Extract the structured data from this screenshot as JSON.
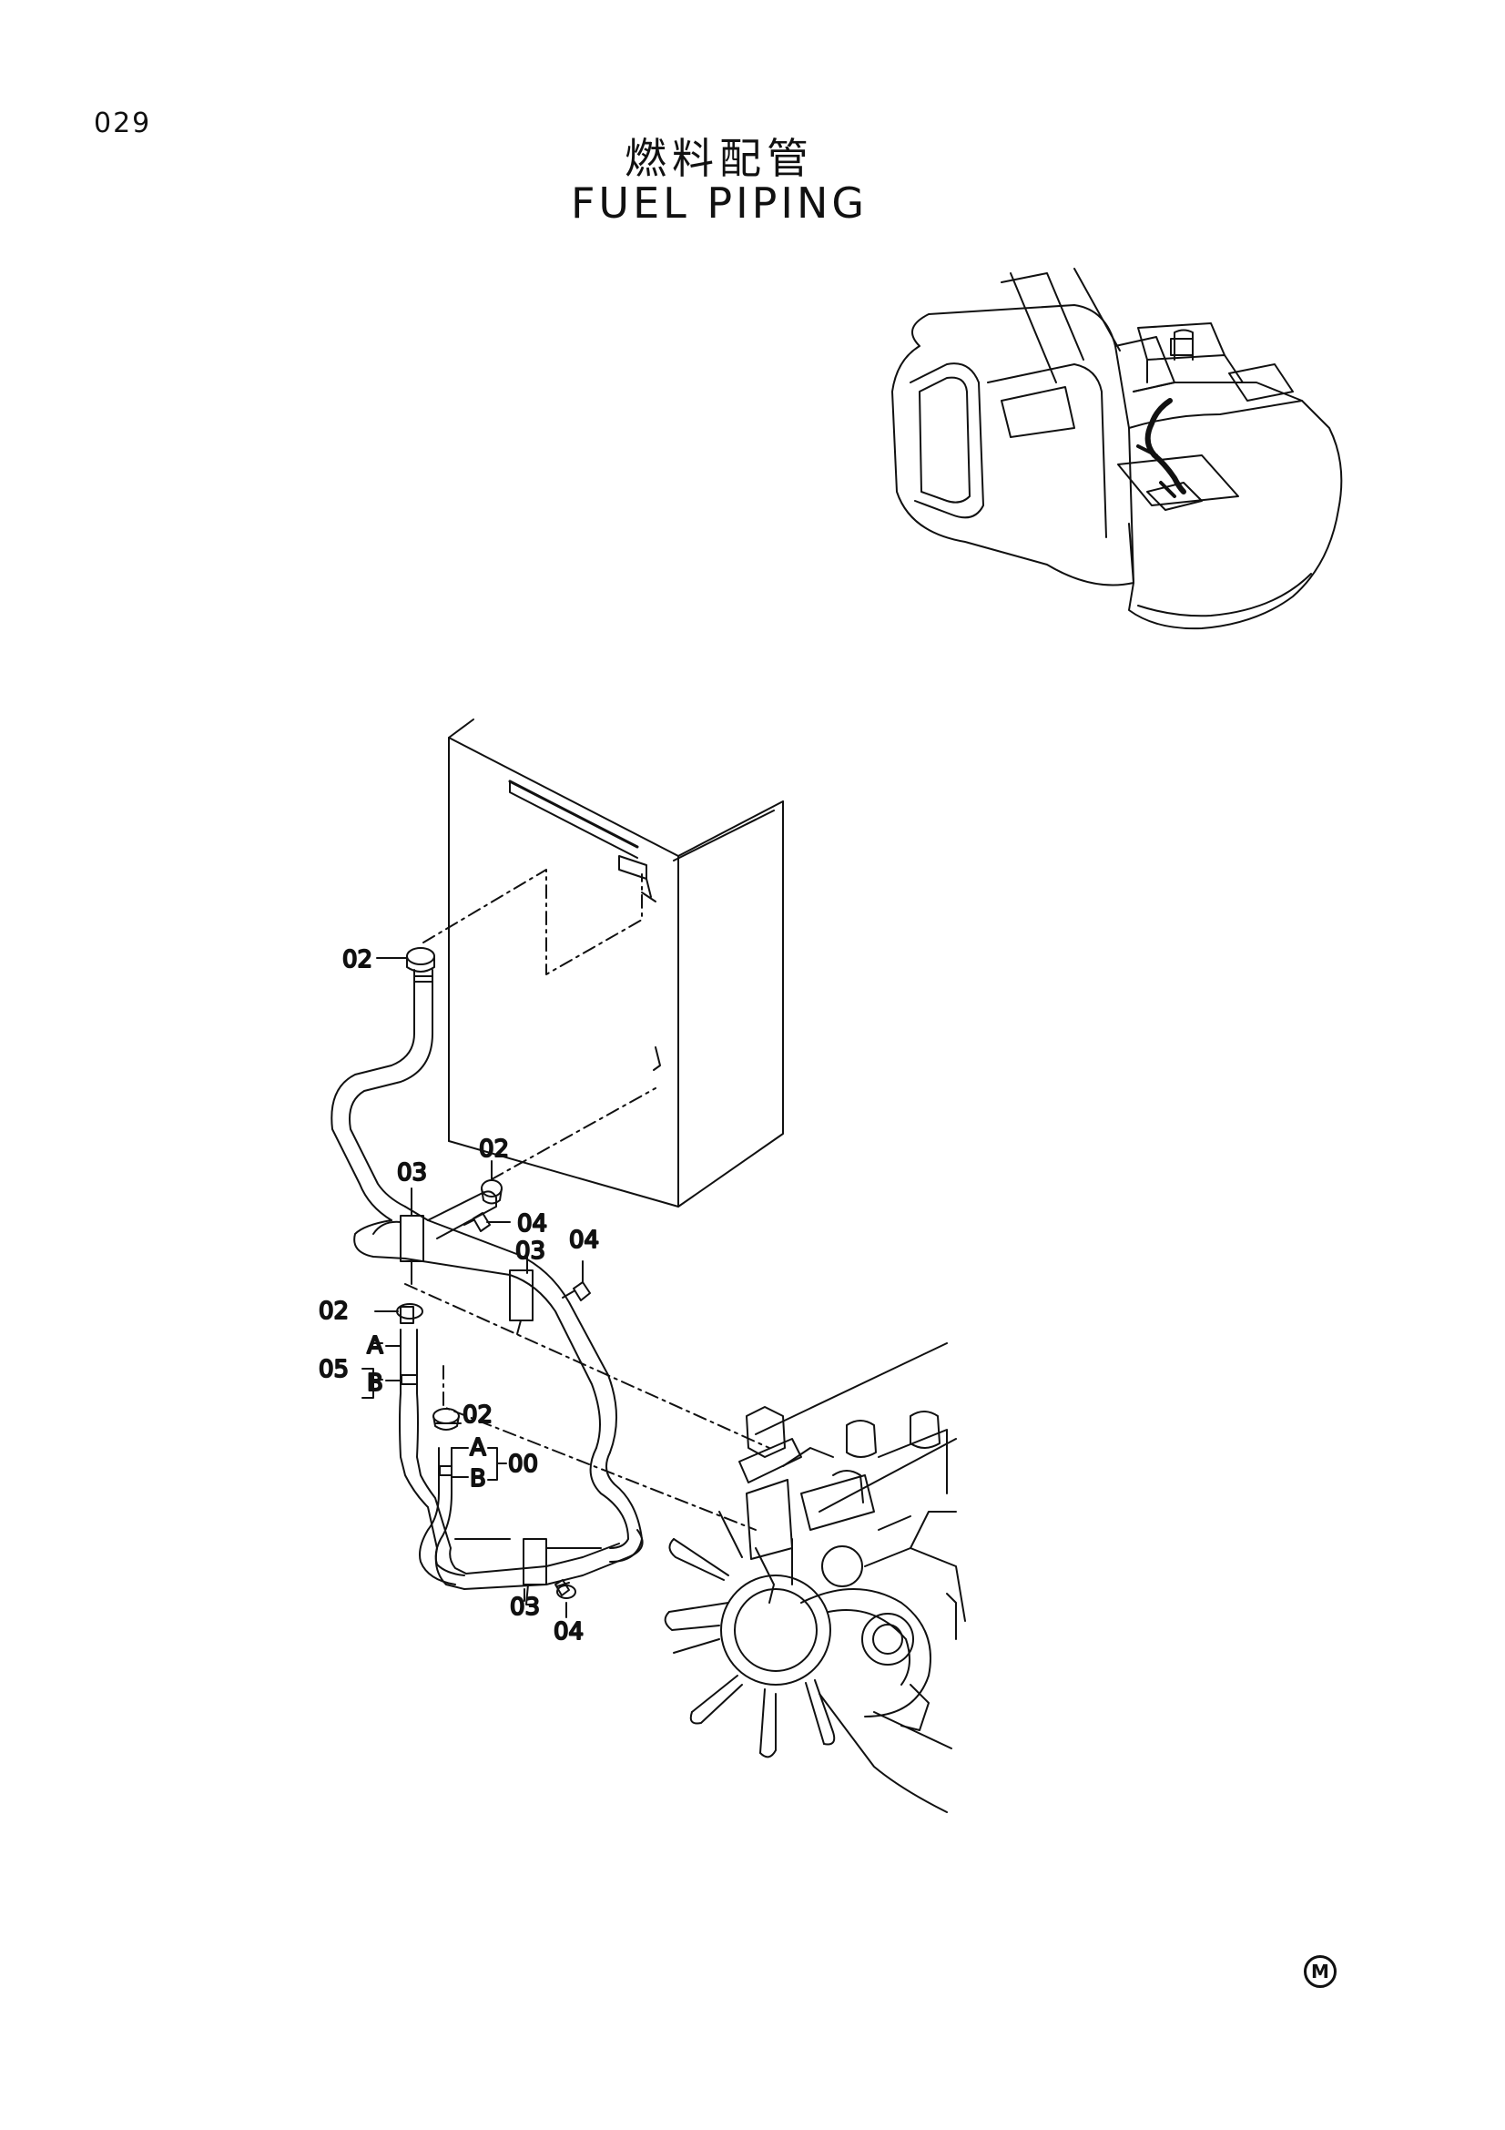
{
  "header": {
    "page_number": "029",
    "title_ja": "燃料配管",
    "title_en": "FUEL PIPING"
  },
  "callouts": {
    "c02_top": "02",
    "c03_upper": "03",
    "c02_mid": "02",
    "c04_mid": "04",
    "c03_mid": "03",
    "c04_right": "04",
    "c02_left": "02",
    "c05": "05",
    "c05_a": "A",
    "c05_b": "B",
    "c02_low": "02",
    "c00_a": "A",
    "c00_b": "B",
    "c00": "00",
    "c03_bottom": "03",
    "c04_bottom": "04"
  },
  "footer": {
    "mark": "M"
  },
  "colors": {
    "line": "#111111",
    "background": "#ffffff"
  }
}
